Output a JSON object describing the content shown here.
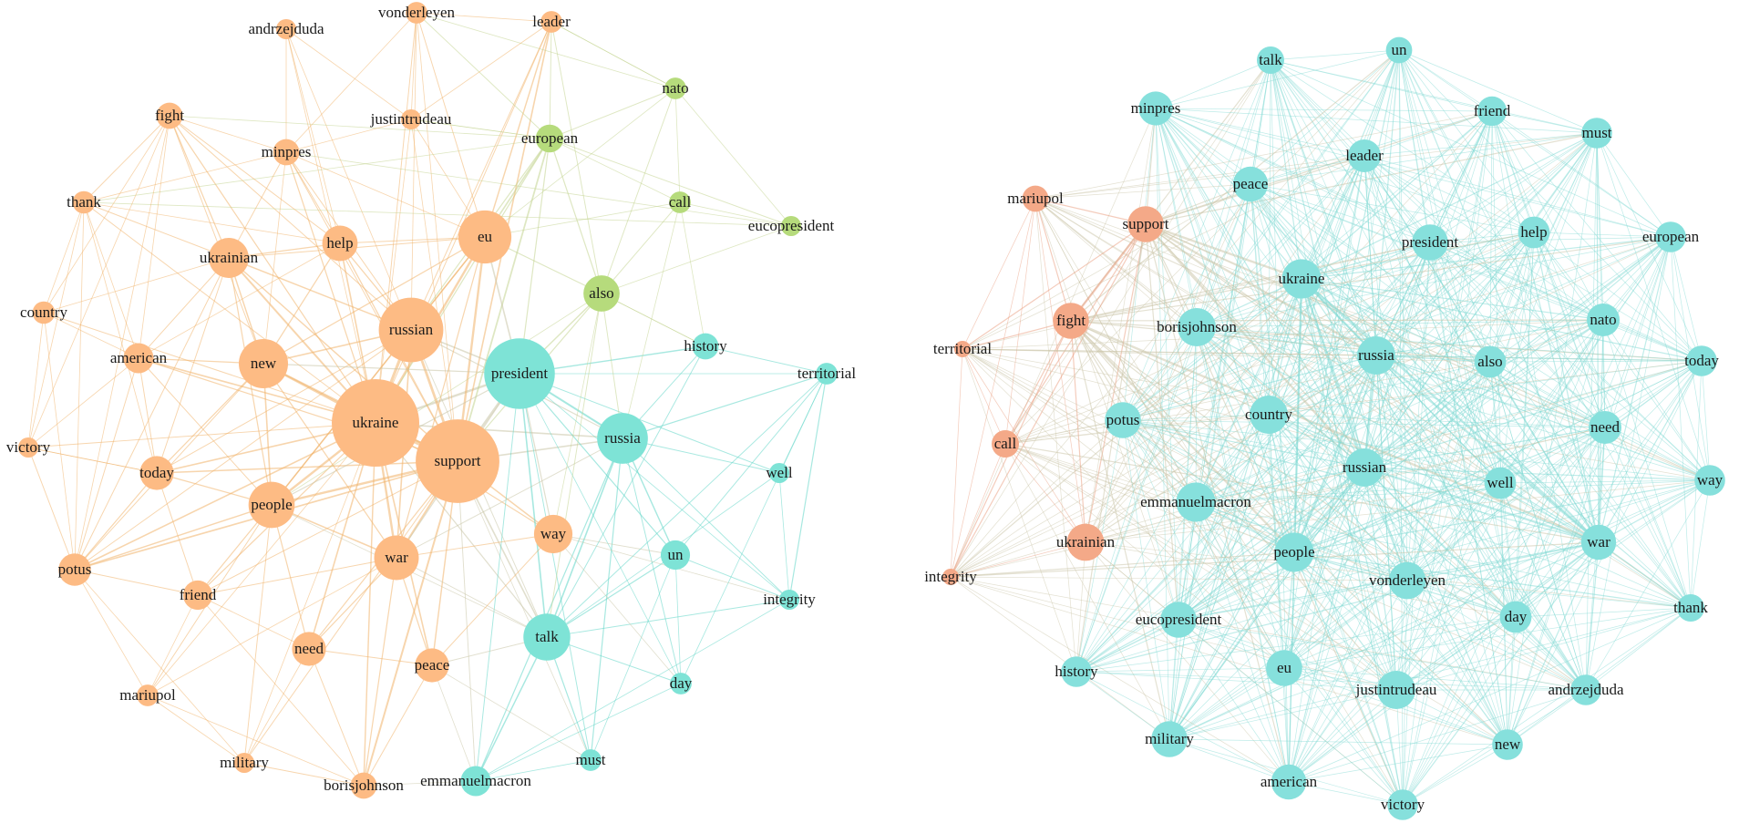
{
  "colors": {
    "orange": "#fdbb84",
    "teal": "#7ee3d6",
    "green": "#b6db7c",
    "salmon": "#f4a988",
    "teal2": "#86e0dc",
    "edge_orange": "#f0b36a",
    "edge_teal": "#5fd6c6",
    "edge_green": "#c3d48f",
    "edge_mixed": "#c9c4a6",
    "edge_salmon": "#e9997a",
    "edge_teal2": "#7fd9d4"
  },
  "networks": [
    {
      "id": "left",
      "nodes": [
        {
          "id": "ukraine",
          "label": "ukraine",
          "group": "orange",
          "size": 1.0
        },
        {
          "id": "support",
          "label": "support",
          "group": "orange",
          "size": 0.95
        },
        {
          "id": "russian",
          "label": "russian",
          "group": "orange",
          "size": 0.7
        },
        {
          "id": "president",
          "label": "president",
          "group": "teal",
          "size": 0.78
        },
        {
          "id": "eu",
          "label": "eu",
          "group": "orange",
          "size": 0.55
        },
        {
          "id": "new",
          "label": "new",
          "group": "orange",
          "size": 0.5
        },
        {
          "id": "russia",
          "label": "russia",
          "group": "teal",
          "size": 0.52
        },
        {
          "id": "people",
          "label": "people",
          "group": "orange",
          "size": 0.46
        },
        {
          "id": "war",
          "label": "war",
          "group": "orange",
          "size": 0.44
        },
        {
          "id": "talk",
          "label": "talk",
          "group": "teal",
          "size": 0.47
        },
        {
          "id": "ukrainian",
          "label": "ukrainian",
          "group": "orange",
          "size": 0.38
        },
        {
          "id": "way",
          "label": "way",
          "group": "orange",
          "size": 0.36
        },
        {
          "id": "help",
          "label": "help",
          "group": "orange",
          "size": 0.32
        },
        {
          "id": "also",
          "label": "also",
          "group": "green",
          "size": 0.33
        },
        {
          "id": "today",
          "label": "today",
          "group": "orange",
          "size": 0.3
        },
        {
          "id": "potus",
          "label": "potus",
          "group": "orange",
          "size": 0.28
        },
        {
          "id": "need",
          "label": "need",
          "group": "orange",
          "size": 0.3
        },
        {
          "id": "peace",
          "label": "peace",
          "group": "orange",
          "size": 0.3
        },
        {
          "id": "american",
          "label": "american",
          "group": "orange",
          "size": 0.25
        },
        {
          "id": "friend",
          "label": "friend",
          "group": "orange",
          "size": 0.24
        },
        {
          "id": "fight",
          "label": "fight",
          "group": "orange",
          "size": 0.2
        },
        {
          "id": "minpres",
          "label": "minpres",
          "group": "orange",
          "size": 0.2
        },
        {
          "id": "thank",
          "label": "thank",
          "group": "orange",
          "size": 0.15
        },
        {
          "id": "country",
          "label": "country",
          "group": "orange",
          "size": 0.15
        },
        {
          "id": "victory",
          "label": "victory",
          "group": "orange",
          "size": 0.12
        },
        {
          "id": "mariupol",
          "label": "mariupol",
          "group": "orange",
          "size": 0.14
        },
        {
          "id": "military",
          "label": "military",
          "group": "orange",
          "size": 0.12
        },
        {
          "id": "borisjohnson",
          "label": "borisjohnson",
          "group": "orange",
          "size": 0.2
        },
        {
          "id": "andrzejduda",
          "label": "andrzejduda",
          "group": "orange",
          "size": 0.12
        },
        {
          "id": "vonderleyen",
          "label": "vonderleyen",
          "group": "orange",
          "size": 0.14
        },
        {
          "id": "justintrudeau",
          "label": "justintrudeau",
          "group": "orange",
          "size": 0.12
        },
        {
          "id": "leader",
          "label": "leader",
          "group": "orange",
          "size": 0.14
        },
        {
          "id": "european",
          "label": "european",
          "group": "green",
          "size": 0.22
        },
        {
          "id": "nato",
          "label": "nato",
          "group": "green",
          "size": 0.14
        },
        {
          "id": "call",
          "label": "call",
          "group": "green",
          "size": 0.14
        },
        {
          "id": "eucopresident",
          "label": "eucopresident",
          "group": "green",
          "size": 0.12
        },
        {
          "id": "history",
          "label": "history",
          "group": "teal",
          "size": 0.2
        },
        {
          "id": "territorial",
          "label": "territorial",
          "group": "teal",
          "size": 0.14
        },
        {
          "id": "well",
          "label": "well",
          "group": "teal",
          "size": 0.12
        },
        {
          "id": "un",
          "label": "un",
          "group": "teal",
          "size": 0.24
        },
        {
          "id": "integrity",
          "label": "integrity",
          "group": "teal",
          "size": 0.12
        },
        {
          "id": "day",
          "label": "day",
          "group": "teal",
          "size": 0.14
        },
        {
          "id": "must",
          "label": "must",
          "group": "teal",
          "size": 0.14
        },
        {
          "id": "emmanuelmacron",
          "label": "emmanuelmacron",
          "group": "teal",
          "size": 0.25
        }
      ]
    },
    {
      "id": "right",
      "nodes": [
        {
          "id": "talk",
          "label": "talk",
          "group": "teal2",
          "size": 0.3
        },
        {
          "id": "un",
          "label": "un",
          "group": "teal2",
          "size": 0.28
        },
        {
          "id": "minpres",
          "label": "minpres",
          "group": "teal2",
          "size": 0.42
        },
        {
          "id": "friend",
          "label": "friend",
          "group": "teal2",
          "size": 0.34
        },
        {
          "id": "must",
          "label": "must",
          "group": "teal2",
          "size": 0.36
        },
        {
          "id": "leader",
          "label": "leader",
          "group": "teal2",
          "size": 0.4
        },
        {
          "id": "peace",
          "label": "peace",
          "group": "teal2",
          "size": 0.44
        },
        {
          "id": "mariupol",
          "label": "mariupol",
          "group": "salmon",
          "size": 0.28
        },
        {
          "id": "support",
          "label": "support",
          "group": "salmon",
          "size": 0.46
        },
        {
          "id": "president",
          "label": "president",
          "group": "teal2",
          "size": 0.46
        },
        {
          "id": "help",
          "label": "help",
          "group": "teal2",
          "size": 0.38
        },
        {
          "id": "european",
          "label": "european",
          "group": "teal2",
          "size": 0.36
        },
        {
          "id": "ukraine",
          "label": "ukraine",
          "group": "teal2",
          "size": 0.52
        },
        {
          "id": "fight",
          "label": "fight",
          "group": "salmon",
          "size": 0.46
        },
        {
          "id": "borisjohnson",
          "label": "borisjohnson",
          "group": "teal2",
          "size": 0.5
        },
        {
          "id": "territorial",
          "label": "territorial",
          "group": "salmon",
          "size": 0.1
        },
        {
          "id": "russia",
          "label": "russia",
          "group": "teal2",
          "size": 0.5
        },
        {
          "id": "also",
          "label": "also",
          "group": "teal2",
          "size": 0.38
        },
        {
          "id": "nato",
          "label": "nato",
          "group": "teal2",
          "size": 0.4
        },
        {
          "id": "today",
          "label": "today",
          "group": "teal2",
          "size": 0.36
        },
        {
          "id": "potus",
          "label": "potus",
          "group": "teal2",
          "size": 0.46
        },
        {
          "id": "country",
          "label": "country",
          "group": "teal2",
          "size": 0.5
        },
        {
          "id": "need",
          "label": "need",
          "group": "teal2",
          "size": 0.4
        },
        {
          "id": "call",
          "label": "call",
          "group": "salmon",
          "size": 0.3
        },
        {
          "id": "russian",
          "label": "russian",
          "group": "teal2",
          "size": 0.5
        },
        {
          "id": "well",
          "label": "well",
          "group": "teal2",
          "size": 0.38
        },
        {
          "id": "way",
          "label": "way",
          "group": "teal2",
          "size": 0.36
        },
        {
          "id": "emmanuelmacron",
          "label": "emmanuelmacron",
          "group": "teal2",
          "size": 0.52
        },
        {
          "id": "ukrainian",
          "label": "ukrainian",
          "group": "salmon",
          "size": 0.48
        },
        {
          "id": "people",
          "label": "people",
          "group": "teal2",
          "size": 0.52
        },
        {
          "id": "war",
          "label": "war",
          "group": "teal2",
          "size": 0.44
        },
        {
          "id": "vonderleyen",
          "label": "vonderleyen",
          "group": "teal2",
          "size": 0.48
        },
        {
          "id": "integrity",
          "label": "integrity",
          "group": "salmon",
          "size": 0.1
        },
        {
          "id": "thank",
          "label": "thank",
          "group": "teal2",
          "size": 0.3
        },
        {
          "id": "eucopresident",
          "label": "eucopresident",
          "group": "teal2",
          "size": 0.46
        },
        {
          "id": "day",
          "label": "day",
          "group": "teal2",
          "size": 0.38
        },
        {
          "id": "history",
          "label": "history",
          "group": "teal2",
          "size": 0.36
        },
        {
          "id": "eu",
          "label": "eu",
          "group": "teal2",
          "size": 0.46
        },
        {
          "id": "justintrudeau",
          "label": "justintrudeau",
          "group": "teal2",
          "size": 0.5
        },
        {
          "id": "andrzejduda",
          "label": "andrzejduda",
          "group": "teal2",
          "size": 0.36
        },
        {
          "id": "military",
          "label": "military",
          "group": "teal2",
          "size": 0.46
        },
        {
          "id": "new",
          "label": "new",
          "group": "teal2",
          "size": 0.36
        },
        {
          "id": "american",
          "label": "american",
          "group": "teal2",
          "size": 0.44
        },
        {
          "id": "victory",
          "label": "victory",
          "group": "teal2",
          "size": 0.36
        }
      ]
    }
  ]
}
